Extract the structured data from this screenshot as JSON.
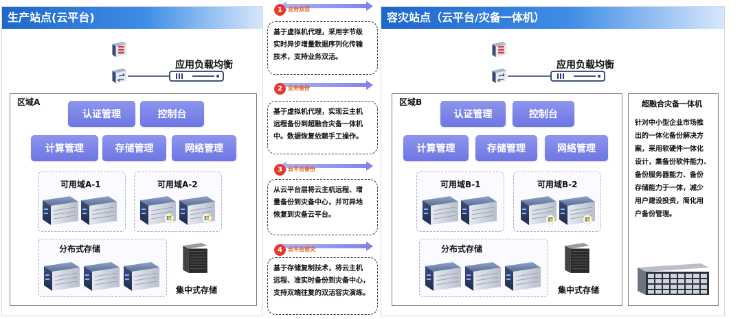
{
  "production_site": {
    "title": "生产站点(云平台)",
    "load_balancer_label": "应用负载均衡",
    "region": {
      "title": "区域A",
      "auth": "认证管理",
      "console": "控制台",
      "compute": "计算管理",
      "storage": "存储管理",
      "network": "网络管理",
      "az1": "可用域A-1",
      "az2": "可用域A-2",
      "distributed_storage": "分布式存储",
      "central_storage": "集中式存储"
    }
  },
  "dr_site": {
    "title": "容灾站点（云平台/灾备一体机）",
    "load_balancer_label": "应用负载均衡",
    "region": {
      "title": "区域B",
      "auth": "认证管理",
      "console": "控制台",
      "compute": "计算管理",
      "storage": "存储管理",
      "network": "网络管理",
      "az1": "可用域B-1",
      "az2": "可用域B-2",
      "distributed_storage": "分布式存储",
      "central_storage": "集中式存储"
    },
    "hci": {
      "title": "超融合灾备一体机",
      "lines": [
        "针对中小型企业市场推",
        "出的一体化备份解决方",
        "案，采用软硬件一体化",
        "设计，集备份软件能力、",
        "备份服务器能力、备份",
        "存储能力于一体，减少",
        "用户建设投资，简化用",
        "户备份管理。"
      ]
    }
  },
  "flows": [
    {
      "num": "1",
      "tag": "业务双活",
      "direction": "both",
      "lines": [
        "基于虚拟机代理，采用字节级",
        "实时异步增量数据序列化传输",
        "技术，支持业务双活。"
      ]
    },
    {
      "num": "2",
      "tag": "业务备份",
      "direction": "right",
      "lines": [
        "基于虚拟机代理，实现云主机",
        "远程备份到超融合灾备一体机",
        "中。数据恢复依赖手工操作。"
      ]
    },
    {
      "num": "3",
      "tag": "云平台备份",
      "direction": "both",
      "lines": [
        "从云平台层将云主机远程、增",
        "量备份到灾备中心，并可异地",
        "恢复到灾备云平台。"
      ]
    },
    {
      "num": "4",
      "tag": "云平台容灾",
      "direction": "right",
      "lines": [
        "基于存储复制技术，将云主机",
        "远程、准实时备份到灾备中心，",
        "支持双端往复的双活容灾演练。"
      ]
    }
  ],
  "colors": {
    "header_blue": "#1f67c9",
    "mgmt_purple": "#7b83e8",
    "arrow_purple": "#8a8ef0",
    "badge_red": "#e23b2e",
    "tag_orange": "#e25b1d"
  },
  "icons": [
    "firewall-icon",
    "router-icon",
    "load-balancer-icon",
    "server-icon",
    "windows-icon",
    "storage-array-icon",
    "hci-appliance-icon"
  ]
}
